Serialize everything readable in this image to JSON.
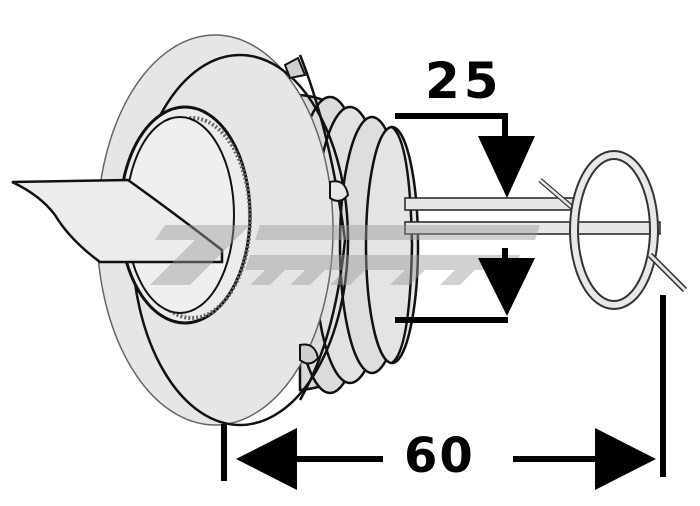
{
  "figure": {
    "subject": "drain plug technical drawing",
    "dimensions": {
      "thread_diameter": {
        "label": "25"
      },
      "overall_length": {
        "label": "60"
      }
    },
    "colors": {
      "part_fill": "#e6e6e6",
      "part_shade": "#cfcfcf",
      "outline": "#111111",
      "dimension": "#000000",
      "watermark": "#9a9a9a",
      "background": "#ffffff"
    },
    "watermark": {
      "type": "logo",
      "opacity": 0.45
    }
  }
}
